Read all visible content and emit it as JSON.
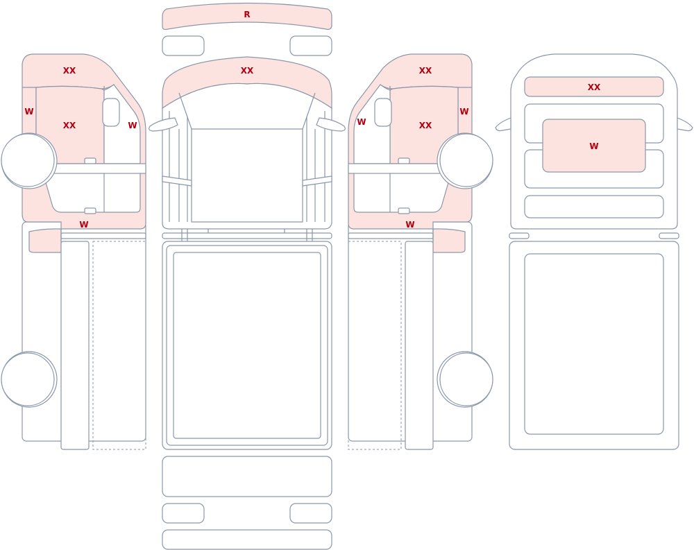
{
  "colors": {
    "outline": "#8a96aa",
    "highlight_fill": "#fde3df",
    "label_text": "#b00010",
    "background": "#ffffff"
  },
  "labels": {
    "roof": "R",
    "left_upper_door": "XX",
    "left_door": "XX",
    "left_pillar": "W",
    "left_window": "W",
    "left_sill": "W",
    "hood": "XX",
    "right_upper_door": "XX",
    "right_door": "XX",
    "right_pillar": "W",
    "right_window": "W",
    "right_sill": "W",
    "rear_top_panel": "XX",
    "rear_window": "W"
  }
}
